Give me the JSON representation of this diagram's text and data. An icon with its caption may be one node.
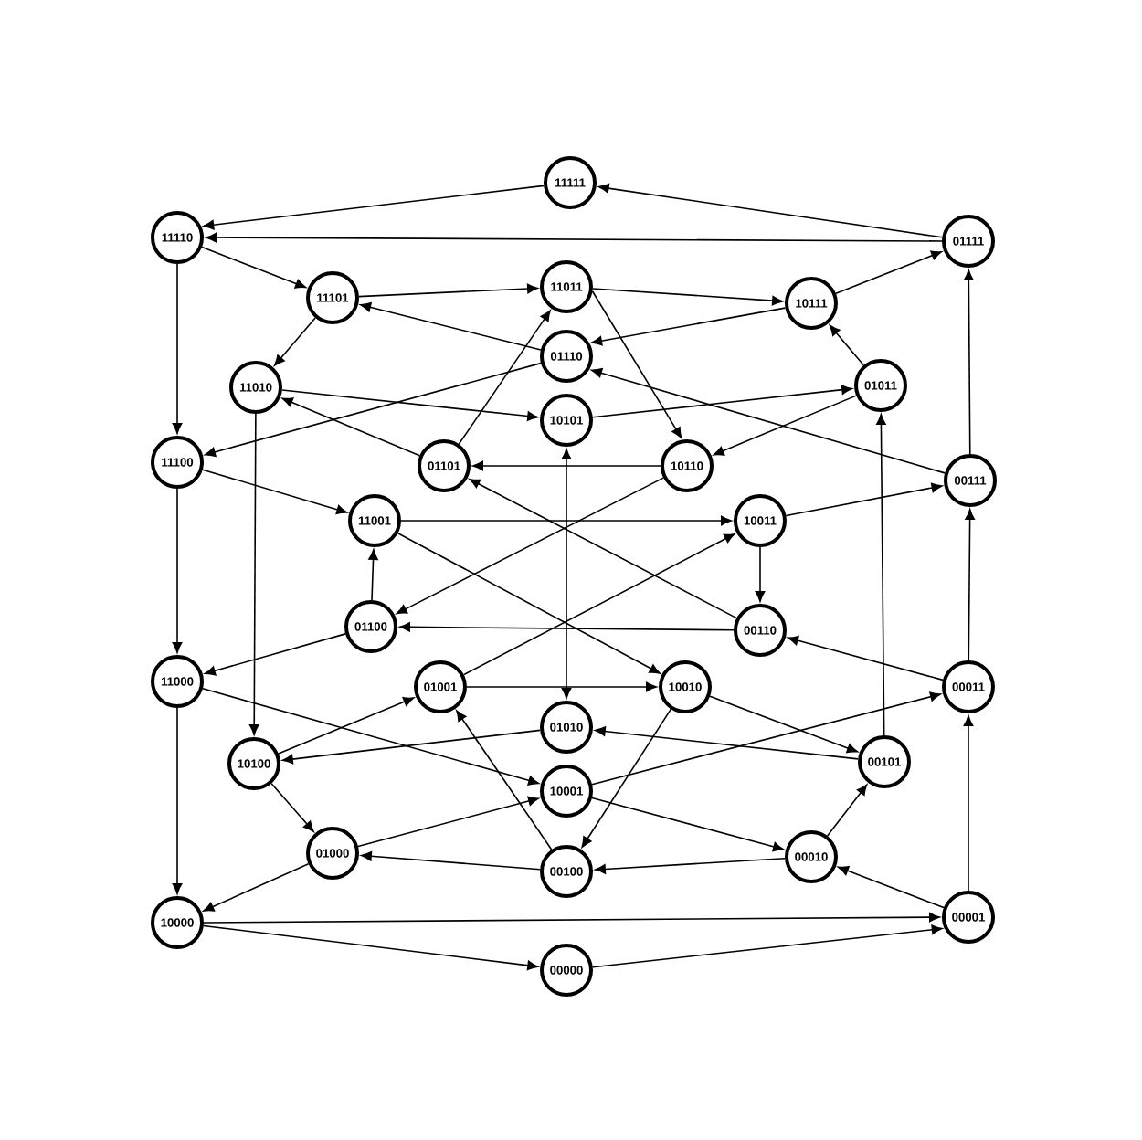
{
  "diagram": {
    "nodes": [
      {
        "text": [
          "11111"
        ]
      },
      {
        "text": [
          "11110"
        ]
      },
      {
        "text": [
          "01111"
        ]
      },
      {
        "text": [
          "11101"
        ]
      },
      {
        "text": [
          "11011"
        ]
      },
      {
        "text": [
          "10111"
        ]
      },
      {
        "text": [
          "01110"
        ]
      },
      {
        "text": [
          "11010"
        ]
      },
      {
        "text": [
          "01011"
        ]
      },
      {
        "text": [
          "10101"
        ]
      },
      {
        "text": [
          "11100"
        ]
      },
      {
        "text": [
          "01101"
        ]
      },
      {
        "text": [
          "10110"
        ]
      },
      {
        "text": [
          "00111"
        ]
      },
      {
        "text": [
          "11001"
        ]
      },
      {
        "text": [
          "10011"
        ]
      },
      {
        "text": [
          "00110"
        ]
      },
      {
        "text": [
          "01100"
        ]
      },
      {
        "text": [
          "11000"
        ]
      },
      {
        "text": [
          "01001"
        ]
      },
      {
        "text": [
          "10010"
        ]
      },
      {
        "text": [
          "00011"
        ]
      },
      {
        "text": [
          "01010"
        ]
      },
      {
        "text": [
          "10100"
        ]
      },
      {
        "text": [
          "00101"
        ]
      },
      {
        "text": [
          "10001"
        ]
      },
      {
        "text": [
          "01000"
        ]
      },
      {
        "text": [
          "00100"
        ]
      },
      {
        "text": [
          "00010"
        ]
      },
      {
        "text": [
          "10000"
        ]
      },
      {
        "text": [
          "00001"
        ]
      },
      {
        "text": [
          "00000"
        ]
      }
    ],
    "edges": [
      {
        "from": 2,
        "to": 0,
        "arrow": "to"
      },
      {
        "from": 0,
        "to": 1,
        "arrow": "to"
      },
      {
        "from": 2,
        "to": 1,
        "arrow": "to"
      },
      {
        "from": 1,
        "to": 3,
        "arrow": "to"
      },
      {
        "from": 1,
        "to": 10,
        "arrow": "to"
      },
      {
        "from": 3,
        "to": 4,
        "arrow": "to"
      },
      {
        "from": 3,
        "to": 7,
        "arrow": "to"
      },
      {
        "from": 4,
        "to": 5,
        "arrow": "to"
      },
      {
        "from": 4,
        "to": 12,
        "arrow": "to"
      },
      {
        "from": 5,
        "to": 2,
        "arrow": "to"
      },
      {
        "from": 5,
        "to": 6,
        "arrow": "to"
      },
      {
        "from": 6,
        "to": 3,
        "arrow": "to"
      },
      {
        "from": 6,
        "to": 10,
        "arrow": "to"
      },
      {
        "from": 7,
        "to": 9,
        "arrow": "to"
      },
      {
        "from": 7,
        "to": 23,
        "arrow": "to"
      },
      {
        "from": 8,
        "to": 5,
        "arrow": "to"
      },
      {
        "from": 8,
        "to": 12,
        "arrow": "to"
      },
      {
        "from": 9,
        "to": 8,
        "arrow": "to"
      },
      {
        "from": 9,
        "to": 22,
        "arrow": "both"
      },
      {
        "from": 10,
        "to": 14,
        "arrow": "to"
      },
      {
        "from": 10,
        "to": 18,
        "arrow": "to"
      },
      {
        "from": 11,
        "to": 4,
        "arrow": "to"
      },
      {
        "from": 11,
        "to": 7,
        "arrow": "to"
      },
      {
        "from": 12,
        "to": 11,
        "arrow": "to"
      },
      {
        "from": 12,
        "to": 17,
        "arrow": "to"
      },
      {
        "from": 13,
        "to": 6,
        "arrow": "to"
      },
      {
        "from": 13,
        "to": 2,
        "arrow": "to"
      },
      {
        "from": 14,
        "to": 15,
        "arrow": "to"
      },
      {
        "from": 14,
        "to": 20,
        "arrow": "to"
      },
      {
        "from": 15,
        "to": 13,
        "arrow": "to"
      },
      {
        "from": 15,
        "to": 16,
        "arrow": "to"
      },
      {
        "from": 16,
        "to": 17,
        "arrow": "to"
      },
      {
        "from": 16,
        "to": 11,
        "arrow": "to"
      },
      {
        "from": 17,
        "to": 14,
        "arrow": "to"
      },
      {
        "from": 17,
        "to": 18,
        "arrow": "to"
      },
      {
        "from": 18,
        "to": 29,
        "arrow": "to"
      },
      {
        "from": 18,
        "to": 25,
        "arrow": "to"
      },
      {
        "from": 19,
        "to": 20,
        "arrow": "to"
      },
      {
        "from": 19,
        "to": 15,
        "arrow": "to"
      },
      {
        "from": 20,
        "to": 27,
        "arrow": "to"
      },
      {
        "from": 20,
        "to": 24,
        "arrow": "to"
      },
      {
        "from": 21,
        "to": 16,
        "arrow": "to"
      },
      {
        "from": 21,
        "to": 13,
        "arrow": "to"
      },
      {
        "from": 22,
        "to": 23,
        "arrow": "to"
      },
      {
        "from": 23,
        "to": 19,
        "arrow": "to"
      },
      {
        "from": 23,
        "to": 26,
        "arrow": "to"
      },
      {
        "from": 24,
        "to": 22,
        "arrow": "to"
      },
      {
        "from": 24,
        "to": 8,
        "arrow": "to"
      },
      {
        "from": 25,
        "to": 28,
        "arrow": "to"
      },
      {
        "from": 25,
        "to": 21,
        "arrow": "to"
      },
      {
        "from": 26,
        "to": 29,
        "arrow": "to"
      },
      {
        "from": 26,
        "to": 25,
        "arrow": "to"
      },
      {
        "from": 27,
        "to": 26,
        "arrow": "to"
      },
      {
        "from": 27,
        "to": 19,
        "arrow": "to"
      },
      {
        "from": 28,
        "to": 27,
        "arrow": "to"
      },
      {
        "from": 28,
        "to": 24,
        "arrow": "to"
      },
      {
        "from": 29,
        "to": 31,
        "arrow": "to"
      },
      {
        "from": 29,
        "to": 30,
        "arrow": "to"
      },
      {
        "from": 30,
        "to": 28,
        "arrow": "to"
      },
      {
        "from": 30,
        "to": 21,
        "arrow": "to"
      },
      {
        "from": 31,
        "to": 30,
        "arrow": "to"
      }
    ]
  }
}
